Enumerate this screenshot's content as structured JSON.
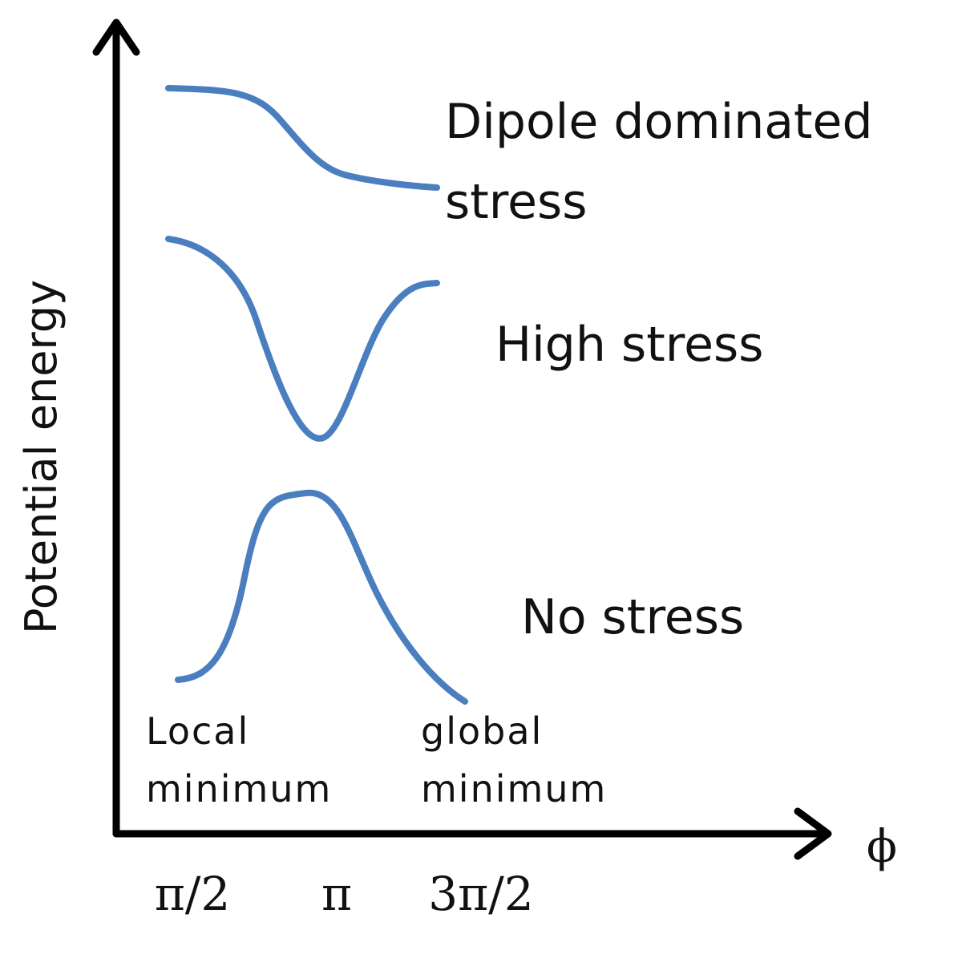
{
  "axes": {
    "y_label": "Potential energy",
    "x_label": "ϕ",
    "axis_color": "#000000"
  },
  "ticks": [
    {
      "label": "π/2"
    },
    {
      "label": "π"
    },
    {
      "label": "3π/2"
    }
  ],
  "curves": {
    "color": "#4a7ebf",
    "dipole": {
      "label_line1": "Dipole dominated",
      "label_line2": "stress"
    },
    "high": {
      "label": "High stress"
    },
    "none": {
      "label": "No stress"
    }
  },
  "annotations": {
    "local": {
      "line1": "Local",
      "line2": "minimum"
    },
    "global": {
      "line1": "global",
      "line2": "minimum"
    }
  }
}
